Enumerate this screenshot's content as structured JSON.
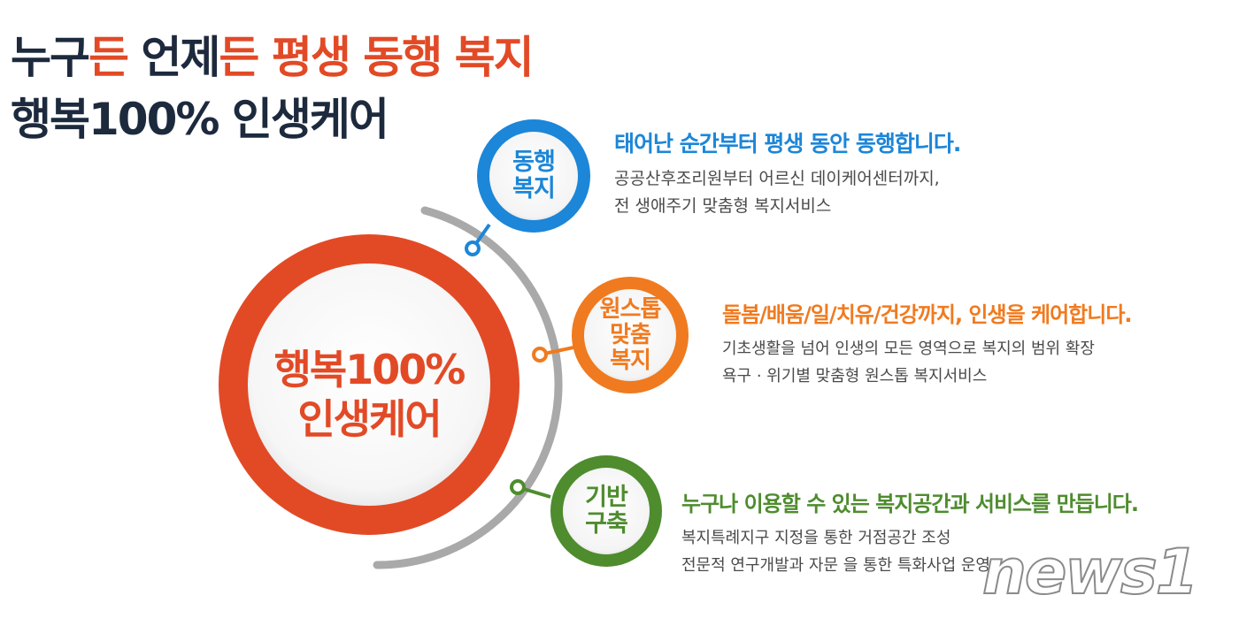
{
  "headline": {
    "line1": [
      {
        "text": "누구",
        "style": "dark"
      },
      {
        "text": "든",
        "style": "accent"
      },
      {
        "text": " 언제",
        "style": "dark"
      },
      {
        "text": "든 평생 동행 복지",
        "style": "accent"
      }
    ],
    "line2": "행복100% 인생케어"
  },
  "center": {
    "line1": "행복100%",
    "line2": "인생케어",
    "color": "#e24a26"
  },
  "nodes": [
    {
      "label_lines": [
        "동행",
        "복지"
      ],
      "color": "#1c86d8",
      "title": "태어난 순간부터 평생 동안 동행합니다.",
      "desc": [
        "공공산후조리원부터 어르신 데이케어센터까지,",
        "전 생애주기 맞춤형 복지서비스"
      ]
    },
    {
      "label_lines": [
        "원스톱",
        "맞춤",
        "복지"
      ],
      "color": "#f07a1f",
      "title": "돌봄/배움/일/치유/건강까지, 인생을 케어합니다.",
      "desc": [
        "기초생활을 넘어 인생의 모든 영역으로 복지의 범위 확장",
        "욕구 · 위기별 맞춤형 원스톱 복지서비스"
      ]
    },
    {
      "label_lines": [
        "기반",
        "구축"
      ],
      "color": "#4e8c2e",
      "title": "누구나 이용할 수 있는 복지공간과 서비스를 만듭니다.",
      "desc": [
        "복지특례지구 지정을 통한 거점공간 조성",
        "전문적 연구개발과 자문 을 통한 특화사업 운영"
      ]
    }
  ],
  "watermark": "news1",
  "colors": {
    "dark": "#1d2a3d",
    "accent": "#e24a26",
    "arc": "#a9a9a9"
  }
}
